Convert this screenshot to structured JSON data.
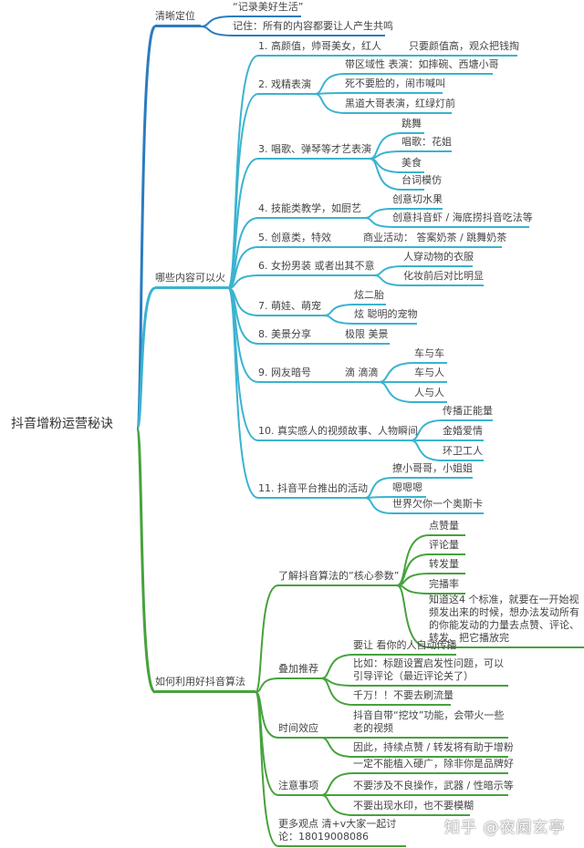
{
  "title": "抖音增粉运营秘诀",
  "colors": {
    "positioning": "#2b7cbf",
    "content": "#3bb3cf",
    "algorithm": "#46a23d"
  },
  "branches": [
    {
      "label": "清晰定位",
      "children": [
        "“记录美好生活”",
        "记住：所有的内容都要让人产生共鸣"
      ]
    },
    {
      "label": "哪些内容可以火",
      "items": [
        {
          "label": "1. 高颜值，帅哥美女，红人",
          "children": [
            "只要颜值高，观众把钱掏"
          ]
        },
        {
          "label": "2. 戏精表演",
          "children": [
            "带区域性 表演：如摔碗、西塘小哥",
            "死不要脸的，闹市喊叫",
            "黑道大哥表演，红绿灯前"
          ]
        },
        {
          "label": "3. 唱歌、弹琴等才艺表演",
          "children": [
            "跳舞",
            "唱歌：花姐",
            "美食",
            "台词模仿"
          ]
        },
        {
          "label": "4. 技能类教学，如厨艺",
          "children": [
            "创意切水果",
            "创意抖音虾 / 海底捞抖音吃法等"
          ]
        },
        {
          "label": "5. 创意类，特效",
          "children": [
            "商业活动： 答案奶茶 / 跳舞奶茶"
          ]
        },
        {
          "label": "6. 女扮男装 或者出其不意",
          "children": [
            "人穿动物的衣服",
            "化妆前后对比明显"
          ]
        },
        {
          "label": "7. 萌娃、萌宠",
          "children": [
            "炫二胎",
            "炫 聪明的宠物"
          ]
        },
        {
          "label": "8. 美景分享",
          "children": [
            "极限 美景"
          ]
        },
        {
          "label": "9. 网友暗号",
          "children": [
            "滴 滴滴"
          ],
          "grandchildren": [
            "车与车",
            "车与人",
            "人与人"
          ]
        },
        {
          "label": "10. 真实感人的视频故事、人物瞬间",
          "children": [
            "传播正能量",
            "金婚爱情",
            "环卫工人"
          ]
        },
        {
          "label": "11. 抖音平台推出的活动",
          "children": [
            "撩小哥哥，小姐姐",
            "嗯嗯嗯",
            "世界欠你一个奥斯卡"
          ]
        }
      ]
    },
    {
      "label": "如何利用好抖音算法",
      "items": [
        {
          "label": "了解抖音算法的”核心参数”",
          "children": [
            "点赞量",
            "评论量",
            "转发量",
            "完播率",
            "知道这4 个标准，就要在一开始视频发出来的时候，想办法发动所有的你能发动的力量去点赞、评论、转发、把它播放完"
          ]
        },
        {
          "label": "叠加推荐",
          "children": [
            "要让 看你的人自动传播",
            "比如：标题设置启发性问题，可以引导评论（最近评论关了）",
            "千万！！不要去刷流量"
          ]
        },
        {
          "label": "时间效应",
          "children": [
            "抖音自带“挖坟”功能，会带火一些老的视频",
            "因此，持续点赞 / 转发将有助于增粉"
          ]
        },
        {
          "label": "注意事项",
          "children": [
            "一定不能植入硬广，除非你是品牌好",
            "不要涉及不良操作，武器 / 性暗示等",
            "不要出现水印，也不要模糊"
          ]
        },
        {
          "label": "更多观点 清+v大家一起讨论：18019008086"
        }
      ]
    }
  ],
  "watermark": "知乎 @夜阑玄亭"
}
